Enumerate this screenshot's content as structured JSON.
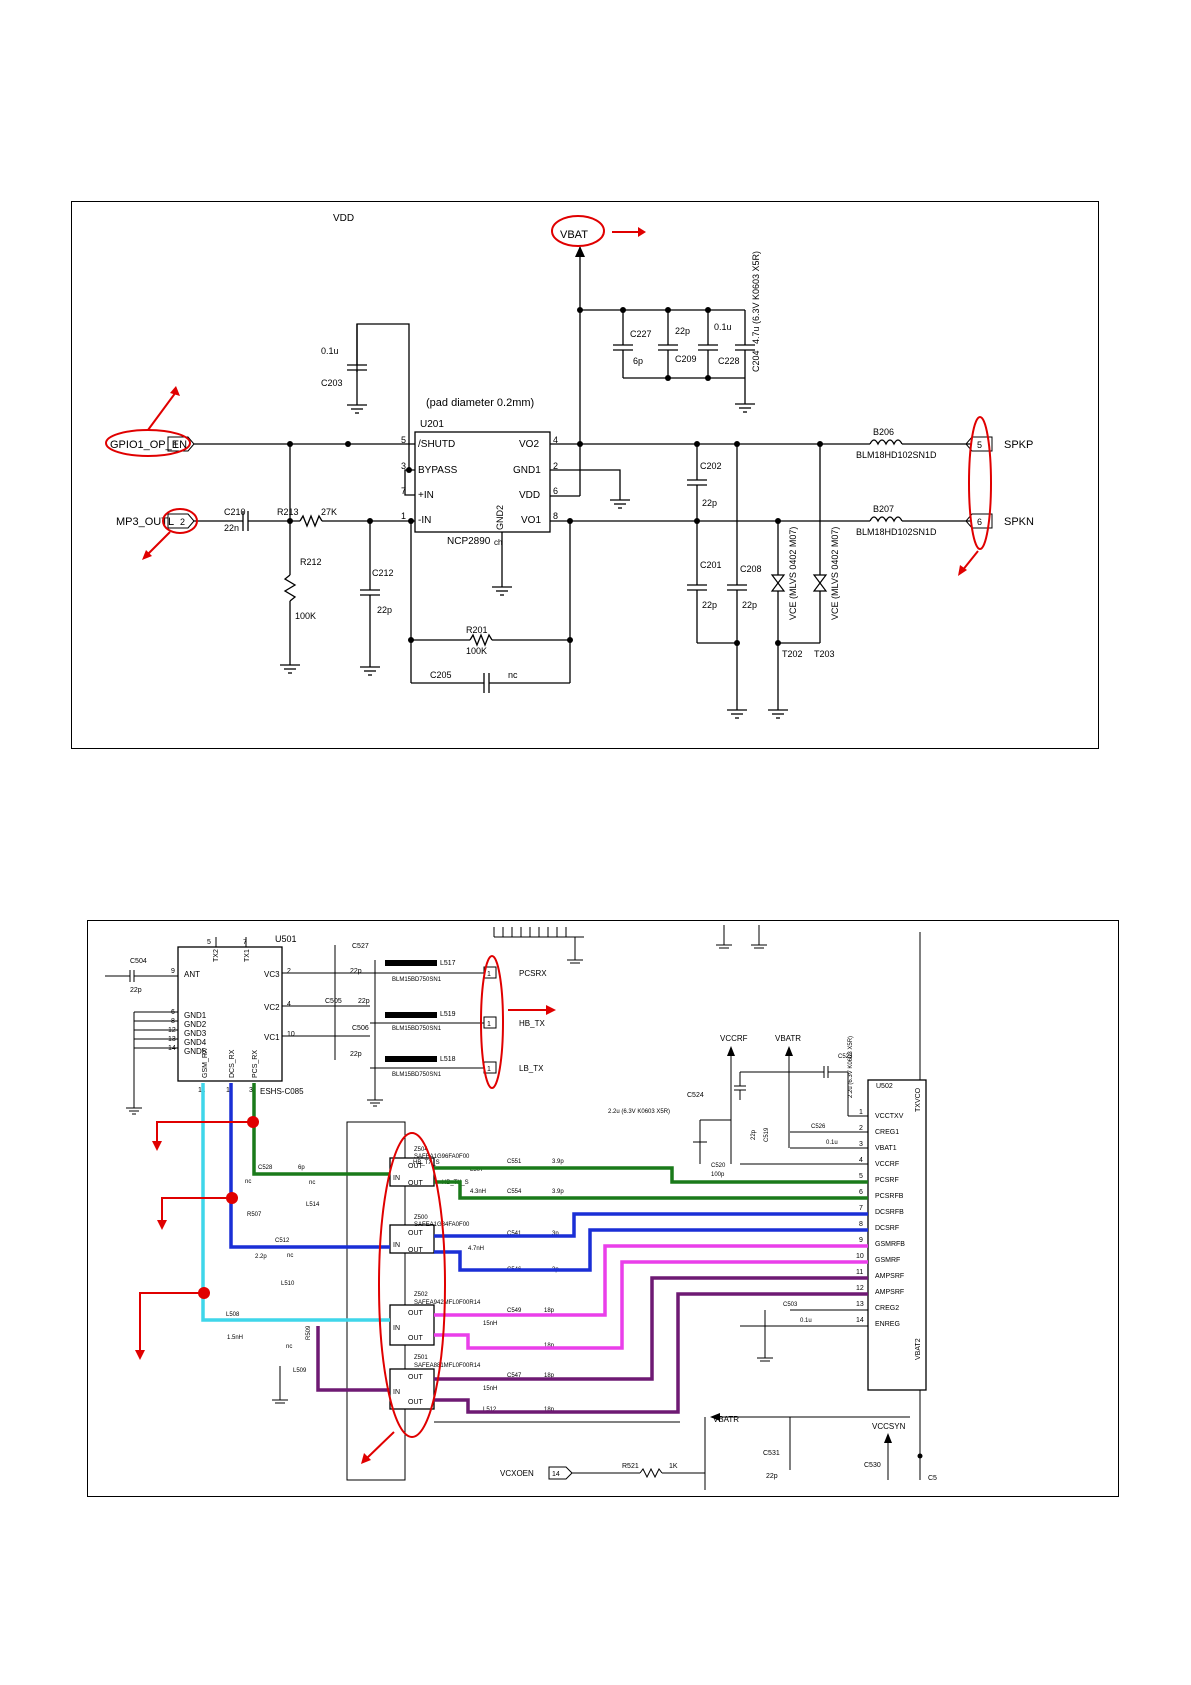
{
  "schematic1": {
    "top_cutoff_label": "VDD",
    "vbat": "VBAT",
    "pad_note": "(pad diameter 0.2mm)",
    "ic": {
      "ref": "U201",
      "part": "NCP2890",
      "shutd": "/SHUTD",
      "bypass": "BYPASS",
      "inp": "+IN",
      "inn": "-IN",
      "vo2": "VO2",
      "gnd1": "GND1",
      "vdd": "VDD",
      "vo1": "VO1",
      "gnd2": "GND2",
      "ch": "ch",
      "p5": "5",
      "p3": "3",
      "p7": "7",
      "p1": "1",
      "p4": "4",
      "p2": "2",
      "p6": "6",
      "p8": "8"
    },
    "nets": {
      "gpio": "GPIO1_OP_EN",
      "gpio_pin": "1",
      "mp3": "MP3_OUTL",
      "mp3_pin": "2",
      "spkp": "SPKP",
      "spkp_pin": "5",
      "spkn": "SPKN",
      "spkn_pin": "6"
    },
    "parts": {
      "c203": "C203",
      "c203v": "0.1u",
      "c210": "C210",
      "c210v": "22n",
      "r213": "R213",
      "r213v": "27K",
      "r212": "R212",
      "r212v": "100K",
      "c212": "C212",
      "c212v": "22p",
      "r201": "R201",
      "r201v": "100K",
      "c205": "C205",
      "c205v": "nc",
      "c227": "C227",
      "c227v": "6p",
      "c209": "C209",
      "c209v": "22p",
      "c228": "C228",
      "c228v": "0.1u",
      "c204": "C204",
      "c204v": "4.7u (6.3V K0603 X5R)",
      "c202": "C202",
      "c202v": "22p",
      "c201": "C201",
      "c201v": "22p",
      "c208": "C208",
      "c208v": "22p",
      "b206": "B206",
      "b206v": "BLM18HD102SN1D",
      "b207": "B207",
      "b207v": "BLM18HD102SN1D",
      "t202": "T202",
      "t203": "T203",
      "vce1": "VCE (MLVS 0402 M07)",
      "vce2": "VCE (MLVS 0402 M07)"
    }
  },
  "schematic2": {
    "u501": {
      "ref": "U501",
      "part": "ESHS-C085",
      "ant": "ANT",
      "gnd": [
        "GND1",
        "GND2",
        "GND3",
        "GND4",
        "GND5"
      ],
      "vc3": "VC3",
      "vc2": "VC2",
      "vc1": "VC1",
      "tx2": "TX2",
      "tx1": "TX1",
      "gsm_rx": "GSM_RX",
      "dcs_rx": "DCS_RX",
      "pcs_rx": "PCS_RX",
      "p9": "9",
      "p6": "6",
      "p8": "8",
      "p12": "12",
      "p13": "13",
      "p14": "14",
      "p2": "2",
      "p4": "4",
      "p10": "10",
      "p5": "5",
      "p7": "7",
      "p11": "11",
      "p1": "1",
      "p3": "3"
    },
    "c504": "C504",
    "c504v": "22p",
    "c527": "C527",
    "c527v": "22p",
    "c505": "C505",
    "c505v": "22p",
    "c506": "C506",
    "c506v": "22p",
    "l517": "L517",
    "l517v": "BLM15BD750SN1",
    "l519": "L519",
    "l519v": "BLM15BD750SN1",
    "l518": "L518",
    "l518v": "BLM15BD750SN1",
    "pcsrx": "PCSRX",
    "hb_tx": "HB_TX",
    "lb_tx": "LB_TX",
    "pin1": "1",
    "vccrf": "VCCRF",
    "vbatr": "VBATR",
    "c523": "C523",
    "c523v": "2.2u (6.3V K0603 X5R)",
    "c524": "C524",
    "c524v": "2.2u (6.3V K0603 X5R)",
    "c519": "C519",
    "c519v": "22p",
    "c526": "C526",
    "c526v": "0.1u",
    "c520": "C520",
    "c520v": "100p",
    "u502": {
      "ref": "U502",
      "pins": [
        "VCCTXV",
        "CREG1",
        "VBAT1",
        "VCCRF",
        "PCSRF",
        "PCSRFB",
        "DCSRFB",
        "DCSRF",
        "GSMRFB",
        "GSMRF",
        "AMPSRF",
        "AMPSRF",
        "CREG2",
        "ENREG"
      ],
      "nums": [
        "1",
        "2",
        "3",
        "4",
        "5",
        "6",
        "7",
        "8",
        "9",
        "10",
        "11",
        "12",
        "13",
        "14"
      ],
      "txvco": "TXVCO",
      "vbat2": "VBAT2"
    },
    "c503": "C503",
    "c503v": "0.1u",
    "z504": "Z504",
    "z504v": "SAFEA1G96FA0F00",
    "hb_tx_s": "HB_TX_S",
    "z500": "Z500",
    "z500v": "SAFEA1G84FA0F00",
    "z502": "Z502",
    "z502v": "SAFEA942MFL0F00R14",
    "z501": "Z501",
    "z501v": "SAFEA881MFL0F00R14",
    "in": "IN",
    "out": "OUT",
    "outb": "OUT",
    "c528": "C528",
    "c528v": "6p",
    "c512": "C512",
    "c512v": "2.2p",
    "r507": "R507",
    "r507v": "nc",
    "l514": "L514",
    "l514v": "nc",
    "l510": "L510",
    "l510v": "nc",
    "l508": "L508",
    "l508v": "1.5nH",
    "r509": "R509",
    "l509": "L509",
    "l509v": "nc",
    "l507": "L507",
    "l507v": "4.3nH",
    "c551": "C551",
    "c551v": "3.9p",
    "c554": "C554",
    "c554v": "3.9p",
    "l504": "4.7nH",
    "c541": "C541",
    "c541v": "3p",
    "c546": "C546",
    "c546v": "3p",
    "l5xx": "15nH",
    "c549": "C549",
    "c549v": "18p",
    "c550": "18p",
    "c547": "C547",
    "c547v": "18p",
    "c552": "18p",
    "l512": "L512",
    "l512v": "15nH",
    "vbatr2": "VBATR",
    "vccsyn": "VCCSYN",
    "c531": "C531",
    "c531v": "22p",
    "c530": "C530",
    "c5x": "C5",
    "vcxoen": "VCXOEN",
    "vcxoen_pin": "14",
    "r521": "R521",
    "r521v": "1K"
  },
  "colors": {
    "annotation": "#e00000",
    "pcs": "#1a7a1a",
    "dcs": "#1a2fd6",
    "gsm": "#ea3fea",
    "amps": "#6e1a73",
    "rx": "#3fd6ea"
  }
}
